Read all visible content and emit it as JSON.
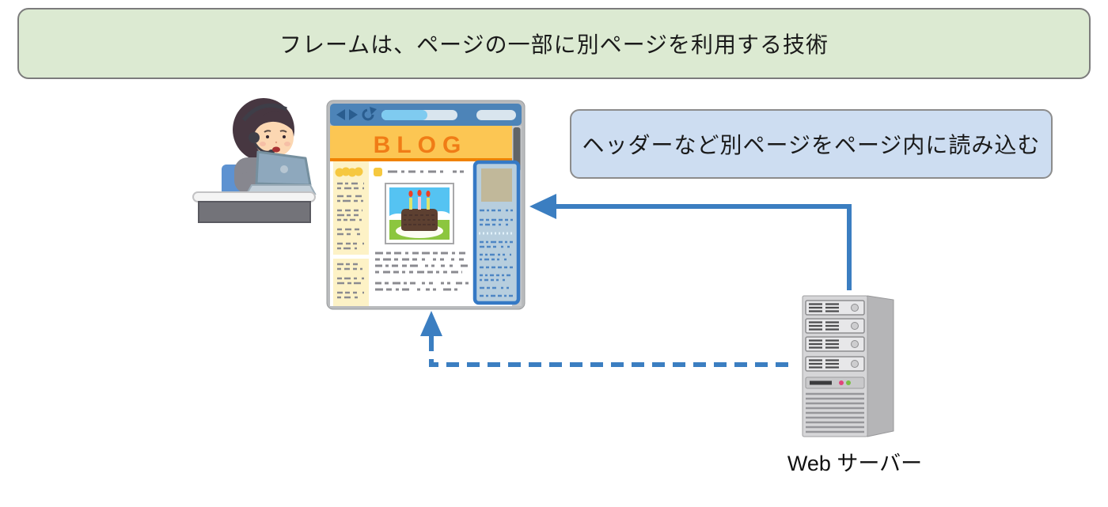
{
  "banner": {
    "text": "フレームは、ページの一部に別ページを利用する技術"
  },
  "callout": {
    "text": "ヘッダーなど別ページをページ内に読み込む"
  },
  "browser": {
    "title": "BLOG",
    "chrome_icons": [
      "back-icon",
      "forward-icon",
      "refresh-icon"
    ],
    "highlighted_region": "right-sidebar-frame"
  },
  "server": {
    "label": "Web サーバー"
  },
  "illustrations": {
    "operator": "woman-with-headset-at-laptop",
    "browser_window": "blog-page-with-highlighted-sidebar-frame",
    "server_tower": "web-server-tower"
  },
  "colors": {
    "banner_bg": "#dcead2",
    "banner_border": "#7c7c7c",
    "callout_bg": "#cdddf1",
    "callout_border": "#8c8c8c",
    "arrow": "#3b7ec1",
    "blog_header_bg": "#fcc653",
    "blog_title": "#f07c16",
    "frame_highlight_border": "#3579c5",
    "frame_highlight_fill": "#b7cede"
  }
}
